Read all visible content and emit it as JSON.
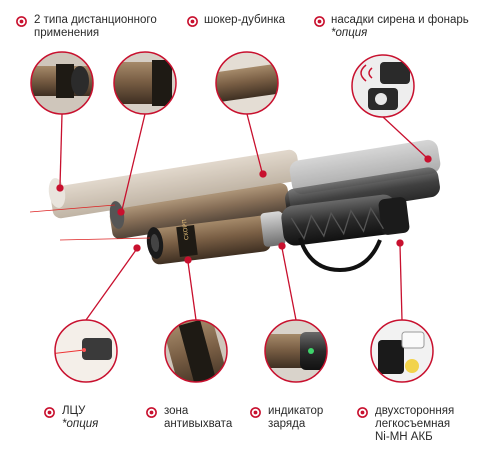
{
  "accent_color": "#c8102e",
  "bullet_icon": "target-ring-icon",
  "features_top": [
    {
      "lines": [
        "2 типа дистанционного",
        "применения"
      ],
      "option": ""
    },
    {
      "lines": [
        "шокер-дубинка"
      ],
      "option": ""
    },
    {
      "lines": [
        "насадки сирена и фонарь"
      ],
      "option": "*опция"
    }
  ],
  "features_bottom": [
    {
      "lines": [
        "ЛЦУ"
      ],
      "option": "*опция"
    },
    {
      "lines": [
        "зона",
        "антивыхвата"
      ],
      "option": ""
    },
    {
      "lines": [
        "индикатор",
        "заряда"
      ],
      "option": ""
    },
    {
      "lines": [
        "двухсторонняя",
        "легкосъемная",
        "Ni-MH АКБ"
      ],
      "option": ""
    }
  ],
  "product_label": "СКОРП"
}
